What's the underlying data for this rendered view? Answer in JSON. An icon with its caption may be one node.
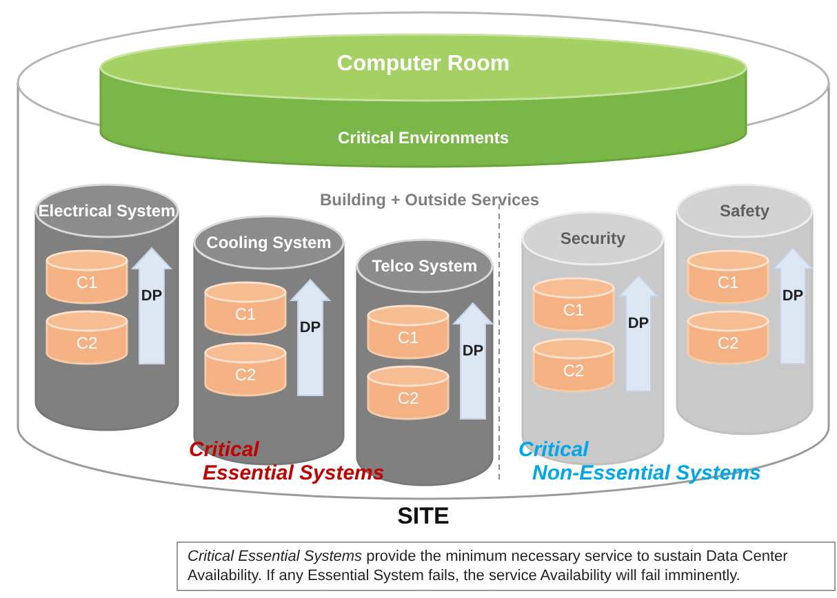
{
  "diagram": {
    "caption": "*Critical Essential Systems* provide the minimum necessary service to sustain Data Center Availability. If any Essential System fails, the service Availability will fail imminently.",
    "nodes": [
      {
        "text": [
          "SITE"
        ]
      },
      {
        "text": [
          "Computer Room",
          "Critical Environments"
        ],
        "in": 0
      },
      {
        "text": [
          "Electrical System"
        ],
        "in": 0
      },
      {
        "text": [
          "C1"
        ],
        "in": 2
      },
      {
        "text": [
          "C2"
        ],
        "in": 2
      },
      {
        "text": [
          "DP"
        ],
        "in": 2
      },
      {
        "text": [
          "Cooling System"
        ],
        "in": 0
      },
      {
        "text": [
          "C1"
        ],
        "in": 6
      },
      {
        "text": [
          "C2"
        ],
        "in": 6
      },
      {
        "text": [
          "DP"
        ],
        "in": 6
      },
      {
        "text": [
          "Telco System"
        ],
        "in": 0
      },
      {
        "text": [
          "C1"
        ],
        "in": 10
      },
      {
        "text": [
          "C2"
        ],
        "in": 10
      },
      {
        "text": [
          "DP"
        ],
        "in": 10
      },
      {
        "text": [
          "Security"
        ],
        "in": 0
      },
      {
        "text": [
          "C1"
        ],
        "in": 14
      },
      {
        "text": [
          "C2"
        ],
        "in": 14
      },
      {
        "text": [
          "DP"
        ],
        "in": 14
      },
      {
        "text": [
          "Safety"
        ],
        "in": 0
      },
      {
        "text": [
          "C1"
        ],
        "in": 18
      },
      {
        "text": [
          "C2"
        ],
        "in": 18
      },
      {
        "text": [
          "DP"
        ],
        "in": 18
      }
    ],
    "labels": [
      "Building + Outside Services",
      "Critical Essential Systems",
      "Critical Non-Essential Systems"
    ]
  }
}
